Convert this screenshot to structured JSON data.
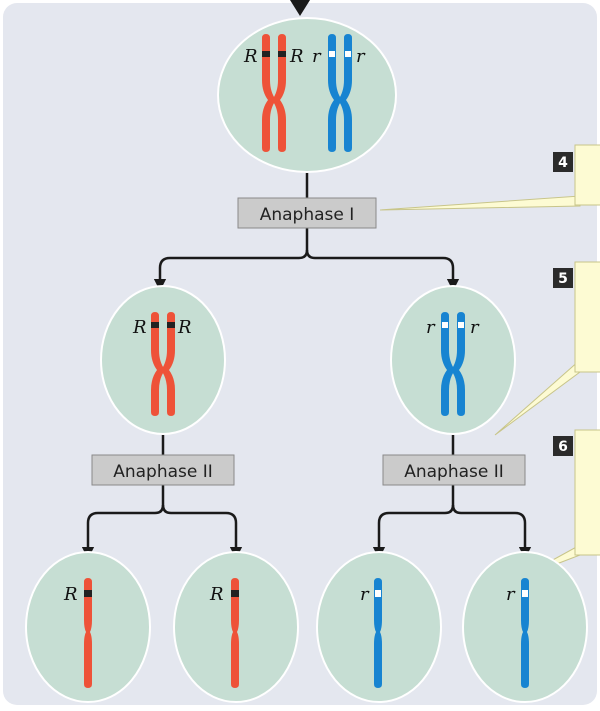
{
  "colors": {
    "panel_bg": "#e4e7ef",
    "cell_fill": "#c6ded3",
    "cell_stroke": "#ffffff",
    "dominant_chromosome": "#ee5238",
    "recessive_chromosome": "#1784d1",
    "dominant_band": "#222222",
    "recessive_band": "#ffffff",
    "phase_box_fill": "#cbcbcb",
    "phase_box_stroke": "#8a8a8a",
    "callout_fill": "#fdfbd3",
    "callout_stroke": "#c8c58a",
    "step_badge": "#2b2b2b",
    "arrow": "#1a1a1a"
  },
  "phases": {
    "meiosis1": "Anaphase I",
    "meiosis2_left": "Anaphase II",
    "meiosis2_right": "Anaphase II"
  },
  "alleles": {
    "dominant": "R",
    "recessive": "r"
  },
  "steps": {
    "step4": "4",
    "step5": "5",
    "step6": "6"
  }
}
